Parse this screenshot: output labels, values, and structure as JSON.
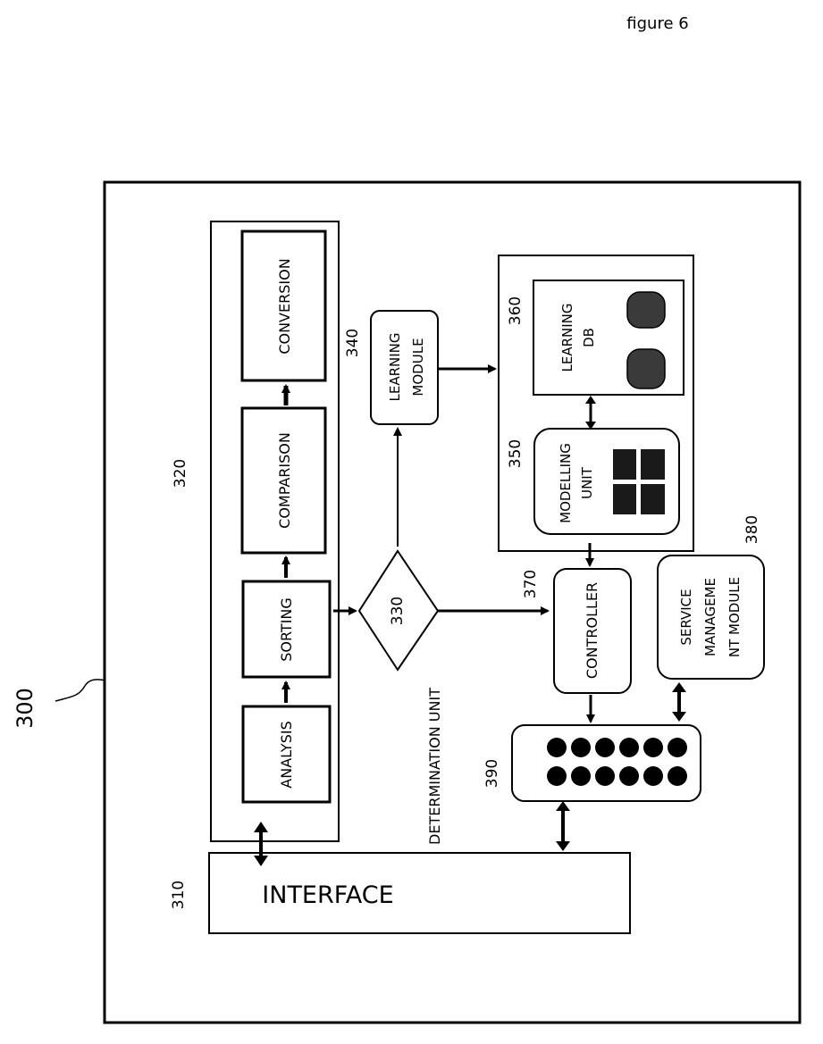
{
  "figure_label": "figure 6",
  "system": {
    "ref": "300"
  },
  "interface": {
    "ref": "310",
    "label": "INTERFACE"
  },
  "processing": {
    "ref": "320",
    "steps": [
      "ANALYSIS",
      "SORTING",
      "COMPARISON",
      "CONVERSION"
    ]
  },
  "determination": {
    "ref": "330",
    "label": "DETERMINATION UNIT"
  },
  "learning_module": {
    "ref": "340",
    "line1": "LEARNING",
    "line2": "MODULE"
  },
  "modelling_unit": {
    "ref": "350",
    "line1": "MODELLING",
    "line2": "UNIT"
  },
  "learning_db": {
    "ref": "360",
    "line1": "LEARNING",
    "line2": "DB"
  },
  "controller": {
    "ref": "370",
    "label": "CONTROLLER"
  },
  "service_module": {
    "ref": "380",
    "line1": "SERVICE",
    "line2": "MANAGEME",
    "line3": "NT MODULE"
  },
  "device_array": {
    "ref": "390"
  }
}
